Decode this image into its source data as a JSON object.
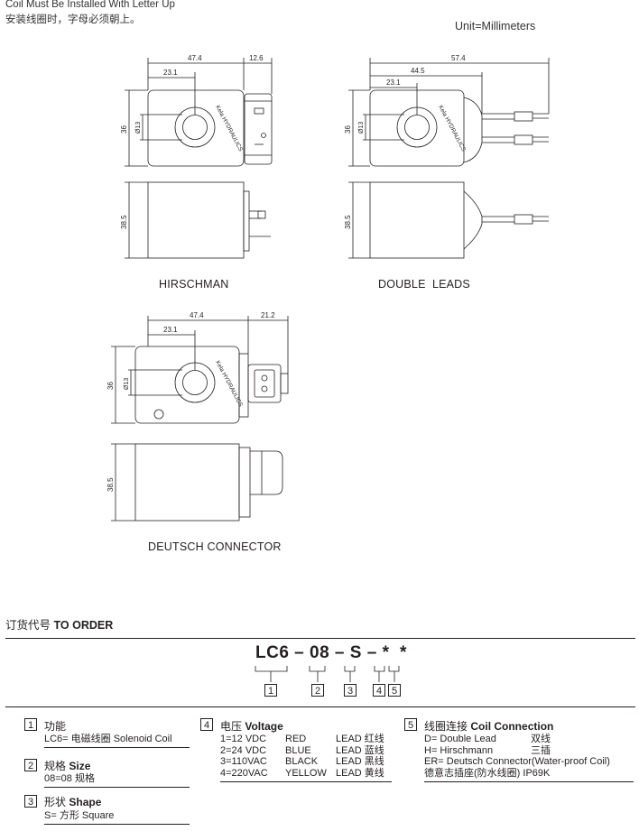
{
  "notes": {
    "install_en": "Coil Must Be Installed With Letter Up",
    "install_zh": "安装线圈时，字母必须朝上。",
    "unit": "Unit=Millimeters"
  },
  "drawings": {
    "hirschman": {
      "caption": "HIRSCHMAN",
      "dim_width": "47.4",
      "dim_center": "23.1",
      "dim_conn": "12.6",
      "dim_height": "36",
      "dim_bore": "Ø13",
      "dim_side": "38.5",
      "brand": "Kela HYDRAULICS"
    },
    "double_leads": {
      "caption": "DOUBLE  LEADS",
      "dim_total": "57.4",
      "dim_width": "44.5",
      "dim_center": "23.1",
      "dim_height": "36",
      "dim_bore": "Ø13",
      "dim_side": "38.5",
      "brand": "Kela HYDRAULICS"
    },
    "deutsch": {
      "caption": "DEUTSCH CONNECTOR",
      "dim_width": "47.4",
      "dim_center": "23.1",
      "dim_conn": "21.2",
      "dim_height": "36",
      "dim_bore": "Ø13",
      "dim_side": "38.5",
      "brand": "Kela HYDRAULICS"
    }
  },
  "order": {
    "heading_zh": "订货代号",
    "heading_en": "TO ORDER",
    "code": "LC6 – 08 – S – *  *",
    "boxes": [
      "1",
      "2",
      "3",
      "4",
      "5"
    ],
    "sections": [
      {
        "num": "1",
        "title_zh": "功能",
        "title_en": "",
        "lines": [
          "LC6= 电磁线圈 Solenoid Coil"
        ]
      },
      {
        "num": "2",
        "title_zh": "规格",
        "title_en": "Size",
        "lines": [
          "08=08 规格"
        ]
      },
      {
        "num": "3",
        "title_zh": "形状",
        "title_en": "Shape",
        "lines": [
          "S= 方形 Square"
        ]
      }
    ],
    "voltage": {
      "num": "4",
      "title_zh": "电压",
      "title_en": "Voltage",
      "rows": [
        [
          "1=12  VDC",
          "RED",
          "LEAD 红线"
        ],
        [
          "2=24  VDC",
          "BLUE",
          "LEAD 蓝线"
        ],
        [
          "3=110VAC",
          "BLACK",
          "LEAD 黑线"
        ],
        [
          "4=220VAC",
          "YELLOW",
          "LEAD 黄线"
        ]
      ]
    },
    "connection": {
      "num": "5",
      "title_zh": "线圈连接",
      "title_en": "Coil Connection",
      "rows": [
        [
          "D= Double Lead",
          "双线"
        ],
        [
          "H= Hirschmann",
          "三插"
        ],
        [
          "ER= Deutsch Connector(Water-proof Coil)",
          ""
        ],
        [
          "德意志插座(防水线圈)  IP69K",
          ""
        ]
      ]
    }
  }
}
